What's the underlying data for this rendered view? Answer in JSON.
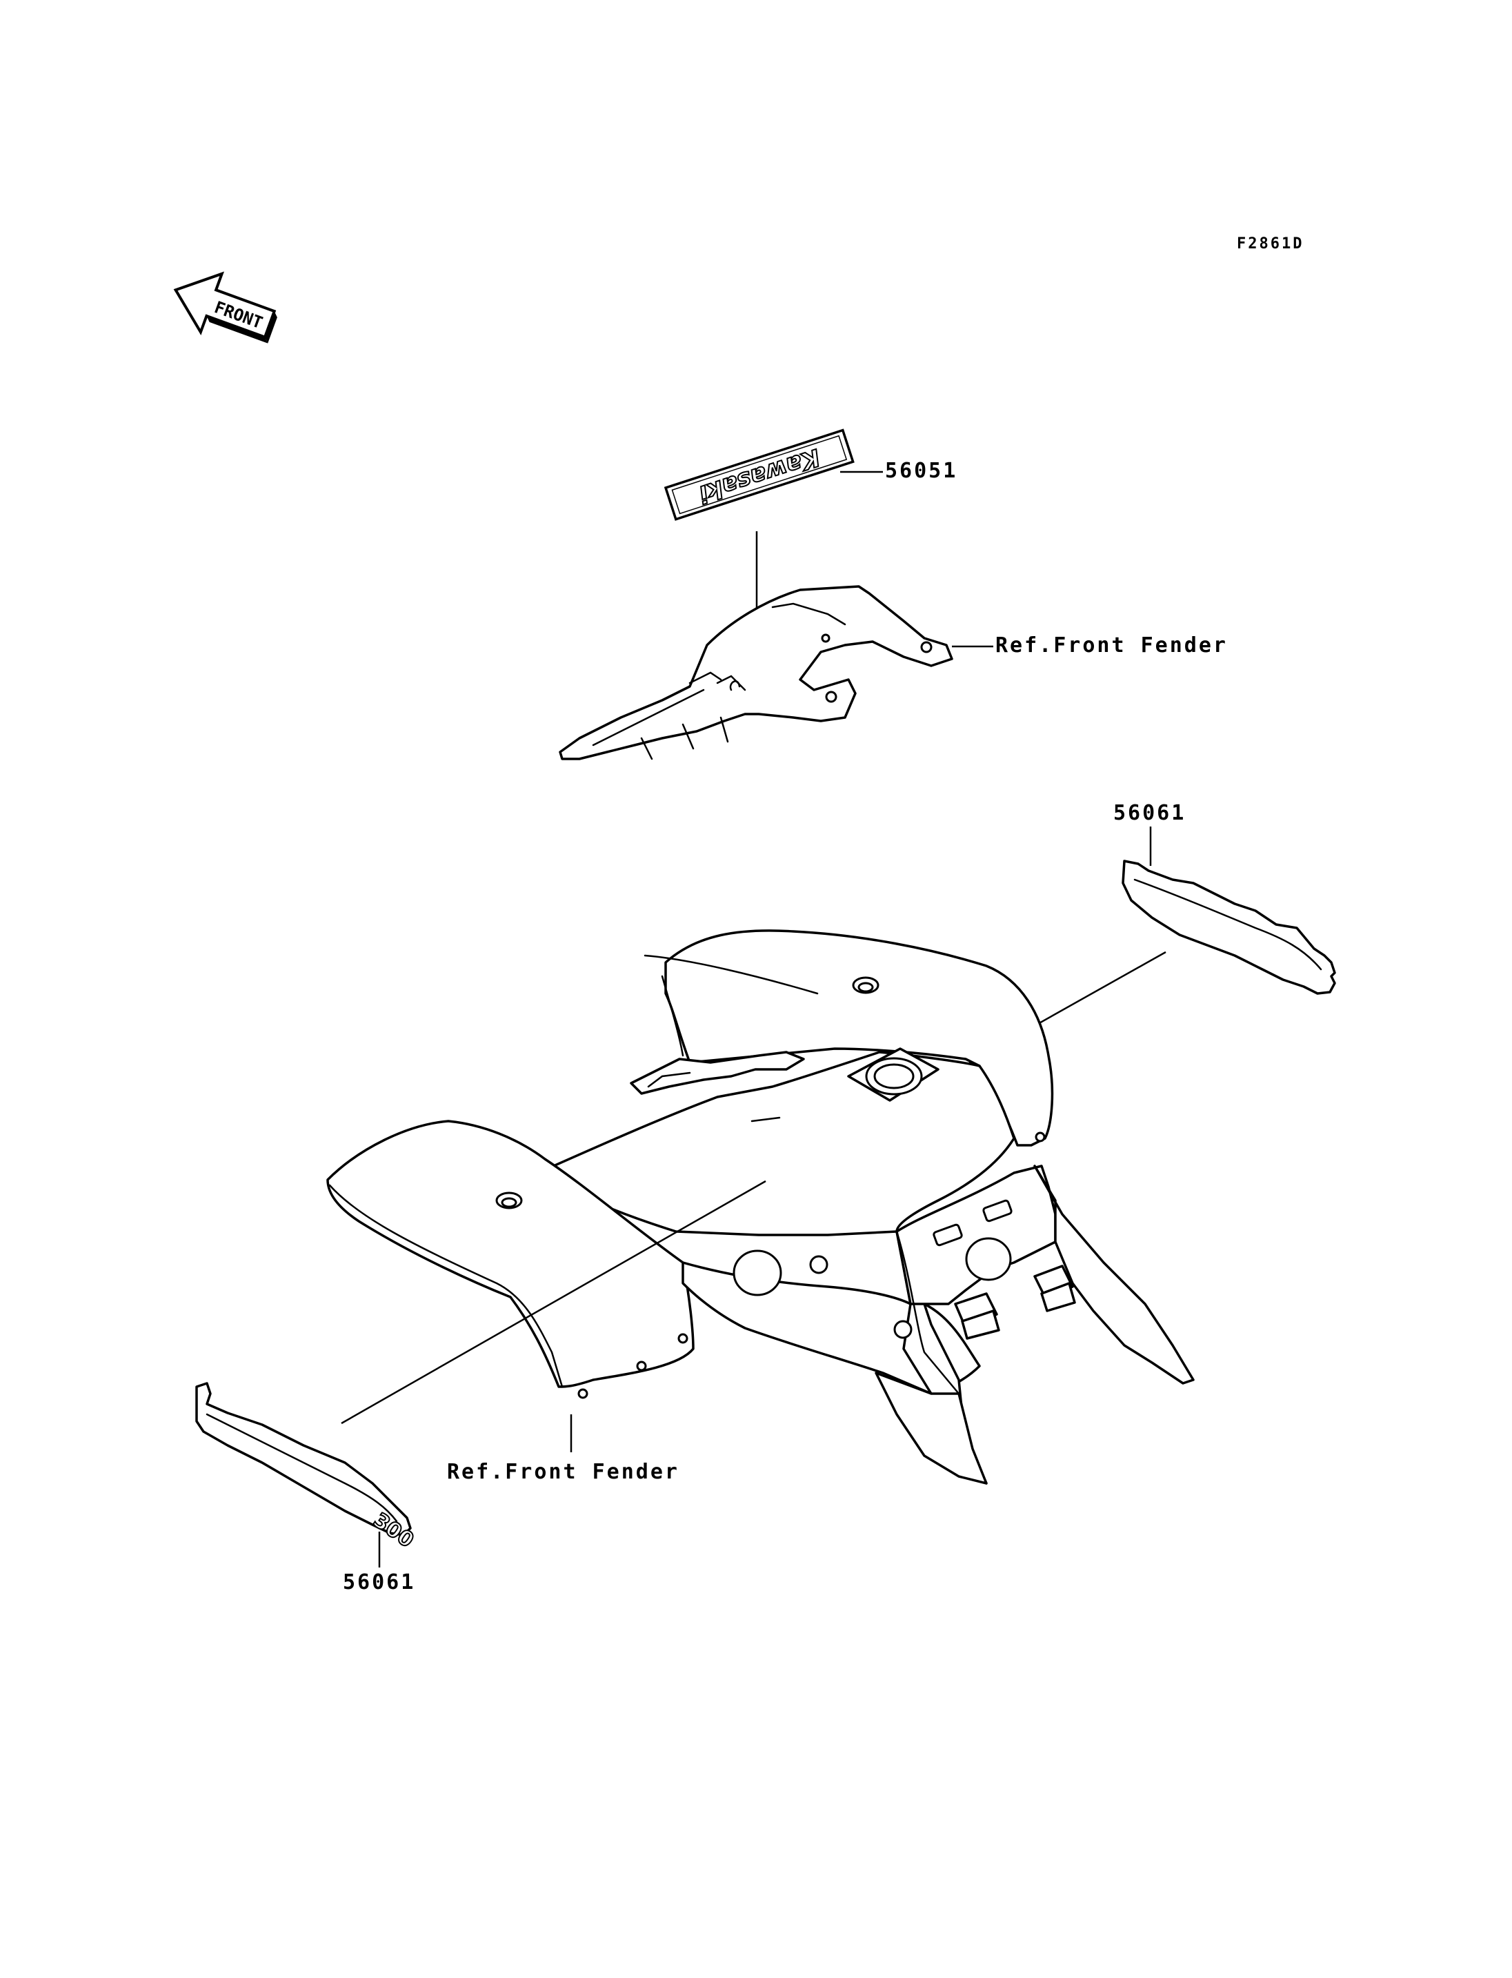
{
  "figure_code": "F2861D",
  "front_arrow": {
    "label": "FRONT",
    "icon": "front-arrow-icon"
  },
  "callouts": {
    "emblem_top": "56051",
    "ref_upper": "Ref.Front Fender",
    "decal_right": "56061",
    "ref_lower": "Ref.Front Fender",
    "decal_left": "56061"
  },
  "decals": {
    "kawasaki_emblem": "Kawasaki",
    "model_decal": "300"
  }
}
